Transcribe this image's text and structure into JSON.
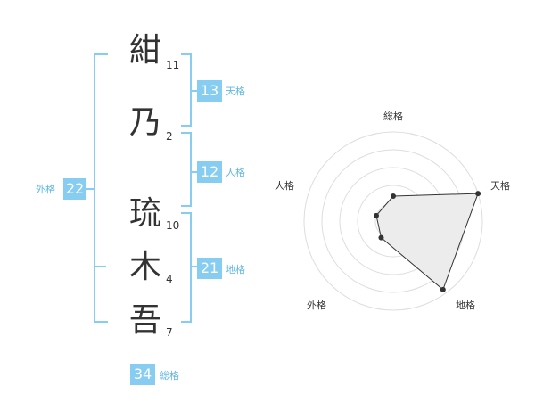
{
  "name": {
    "characters": [
      {
        "char": "紺",
        "strokes": "11"
      },
      {
        "char": "乃",
        "strokes": "2"
      },
      {
        "char": "琉",
        "strokes": "10"
      },
      {
        "char": "木",
        "strokes": "4"
      },
      {
        "char": "吾",
        "strokes": "7"
      }
    ]
  },
  "fortunes": {
    "tenkaku": {
      "label": "天格",
      "value": "13"
    },
    "jinkaku": {
      "label": "人格",
      "value": "12"
    },
    "chikaku": {
      "label": "地格",
      "value": "21"
    },
    "gaikaku": {
      "label": "外格",
      "value": "22"
    },
    "soukaku": {
      "label": "総格",
      "value": "34"
    }
  },
  "radar": {
    "axes": {
      "top": "総格",
      "right": "天格",
      "bottom_right": "地格",
      "bottom_left": "外格",
      "left": "人格"
    },
    "scores": {
      "総格": 0.28,
      "天格": 1.0,
      "地格": 0.95,
      "外格": 0.23,
      "人格": 0.2
    },
    "fill": "#ececec",
    "line": "#333333",
    "ring": "#dddddd"
  },
  "colors": {
    "accent": "#86cdf1",
    "accent_text": "#5fb7e6"
  }
}
